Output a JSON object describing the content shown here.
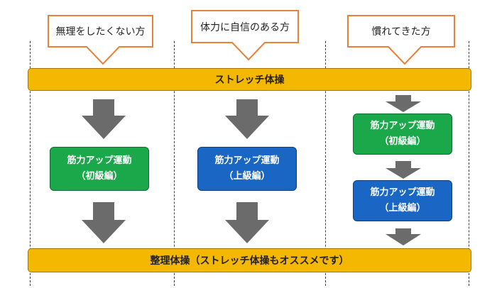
{
  "callouts": [
    "無理をしたくない方",
    "体力に自信のある方",
    "慣れてきた方"
  ],
  "top_bar": "ストレッチ体操",
  "bottom_bar": "整理体操（ストレッチ体操もオススメです）",
  "boxes": [
    {
      "title": "筋力アップ運動",
      "level": "（初級編）",
      "color": "#1aa84a"
    },
    {
      "title": "筋力アップ運動",
      "level": "（上級編）",
      "color": "#1a66c4"
    },
    {
      "title": "筋力アップ運動",
      "level": "（初級編）",
      "color": "#1aa84a"
    },
    {
      "title": "筋力アップ運動",
      "level": "（上級編）",
      "color": "#1a66c4"
    }
  ],
  "colors": {
    "bar": "#f5b800",
    "arrow": "#6b6b6b",
    "callout_border": "#e8823a"
  }
}
